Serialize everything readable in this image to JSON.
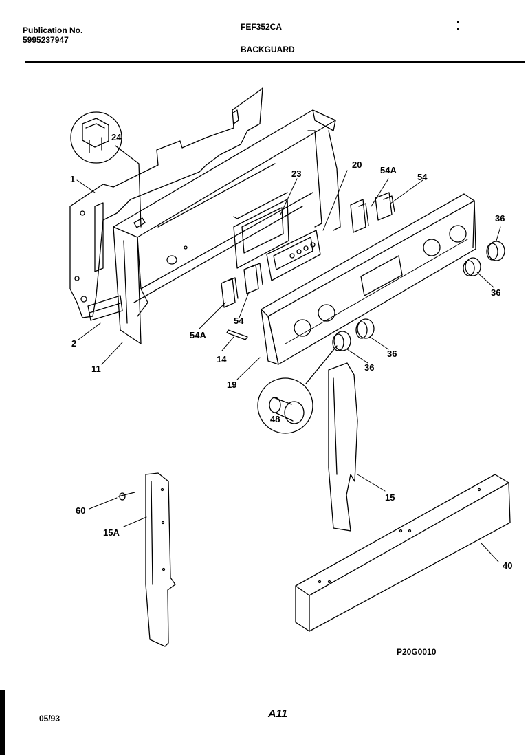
{
  "header": {
    "publication_label": "Publication No.",
    "publication_number": "5995237947",
    "model": "FEF352CA",
    "section": "BACKGUARD"
  },
  "callouts": {
    "c1": "1",
    "c2": "2",
    "c11": "11",
    "c14": "14",
    "c15": "15",
    "c15a": "15A",
    "c19": "19",
    "c20": "20",
    "c23": "23",
    "c24": "24",
    "c36a": "36",
    "c36b": "36",
    "c36c": "36",
    "c36d": "36",
    "c40": "40",
    "c48": "48",
    "c54a": "54",
    "c54b": "54",
    "c54Aa": "54A",
    "c54Ab": "54A",
    "c60": "60"
  },
  "footer": {
    "date": "05/93",
    "page": "A11",
    "drawing_code": "P20G0010"
  }
}
